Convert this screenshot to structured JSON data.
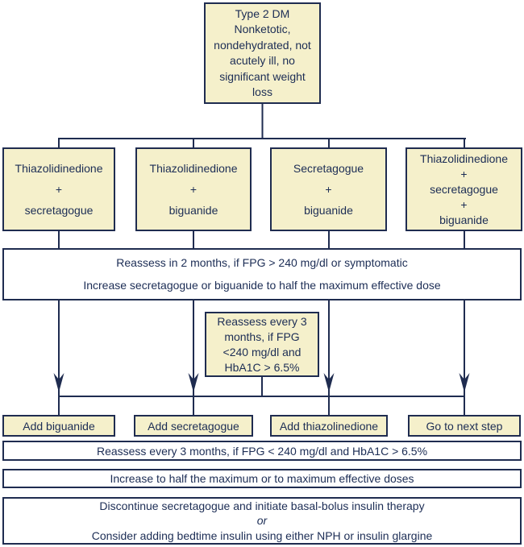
{
  "palette": {
    "box_fill": "#f5f0cb",
    "line": "#1f2c50",
    "text": "#1c2d55",
    "background": "#ffffff"
  },
  "flowchart": {
    "title_box": "Type 2 DM\nNonketotic,\nnondehydrated, not\nacutely ill, no\nsignificant weight\nloss",
    "therapy_boxes": [
      "Thiazolidinedione\n+\nsecretagogue",
      "Thiazolidinedione\n+\nbiguanide",
      "Secretagogue\n+\nbiguanide",
      "Thiazolidinedione\n+\nsecretagogue\n+\nbiguanide"
    ],
    "reassess_2mo": {
      "line1": "Reassess in 2 months, if FPG > 240 mg/dl or symptomatic",
      "line2": "Increase secretagogue or biguanide to half the maximum effective dose"
    },
    "reassess_3mo_small": "Reassess every 3\nmonths, if FPG\n<240 mg/dl and\nHbA1C > 6.5%",
    "action_boxes": [
      "Add biguanide",
      "Add secretagogue",
      "Add thiazolinedione",
      "Go to next step"
    ],
    "reassess_3mo_wide": "Reassess every 3 months, if FPG < 240 mg/dl and HbA1C > 6.5%",
    "increase_doses": "Increase to half the maximum or to maximum effective doses",
    "insulin_therapy": {
      "line1": "Discontinue secretagogue and initiate basal-bolus insulin therapy",
      "line2": "or",
      "line3": "Consider adding bedtime insulin using either NPH or insulin glargine"
    }
  }
}
